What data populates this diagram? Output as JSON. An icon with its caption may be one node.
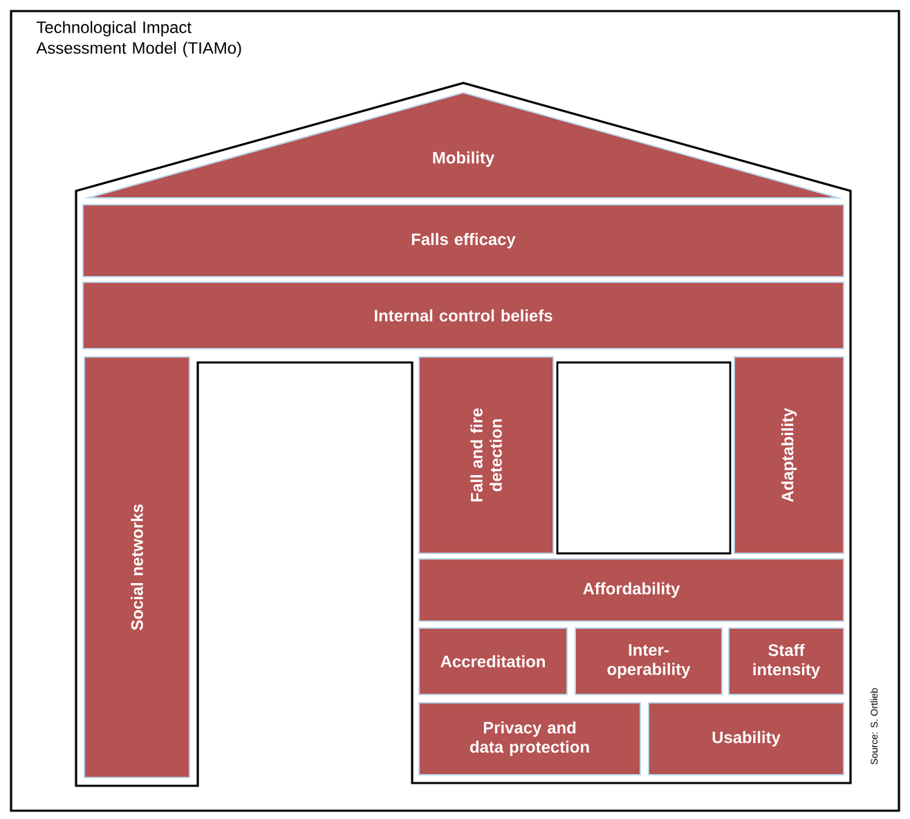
{
  "diagram": {
    "title": "Technological Impact Assessment Model (TIAMo)",
    "nodes": [
      {
        "text": [
          "Mobility"
        ]
      },
      {
        "text": [
          "Falls efficacy"
        ]
      },
      {
        "text": [
          "Internal control beliefs"
        ]
      },
      {
        "text": [
          "Social networks"
        ]
      },
      {
        "text": [
          "Fall and fire detection"
        ]
      },
      {
        "text": [
          "Adaptability"
        ]
      },
      {
        "text": [
          "Affordability"
        ]
      },
      {
        "text": [
          "Accreditation"
        ]
      },
      {
        "text": [
          "Inter-operability"
        ]
      },
      {
        "text": [
          "Staff intensity"
        ]
      },
      {
        "text": [
          "Privacy and data protection"
        ]
      },
      {
        "text": [
          "Usability"
        ]
      }
    ],
    "labels": [
      "Source: S. Ortlieb"
    ]
  }
}
